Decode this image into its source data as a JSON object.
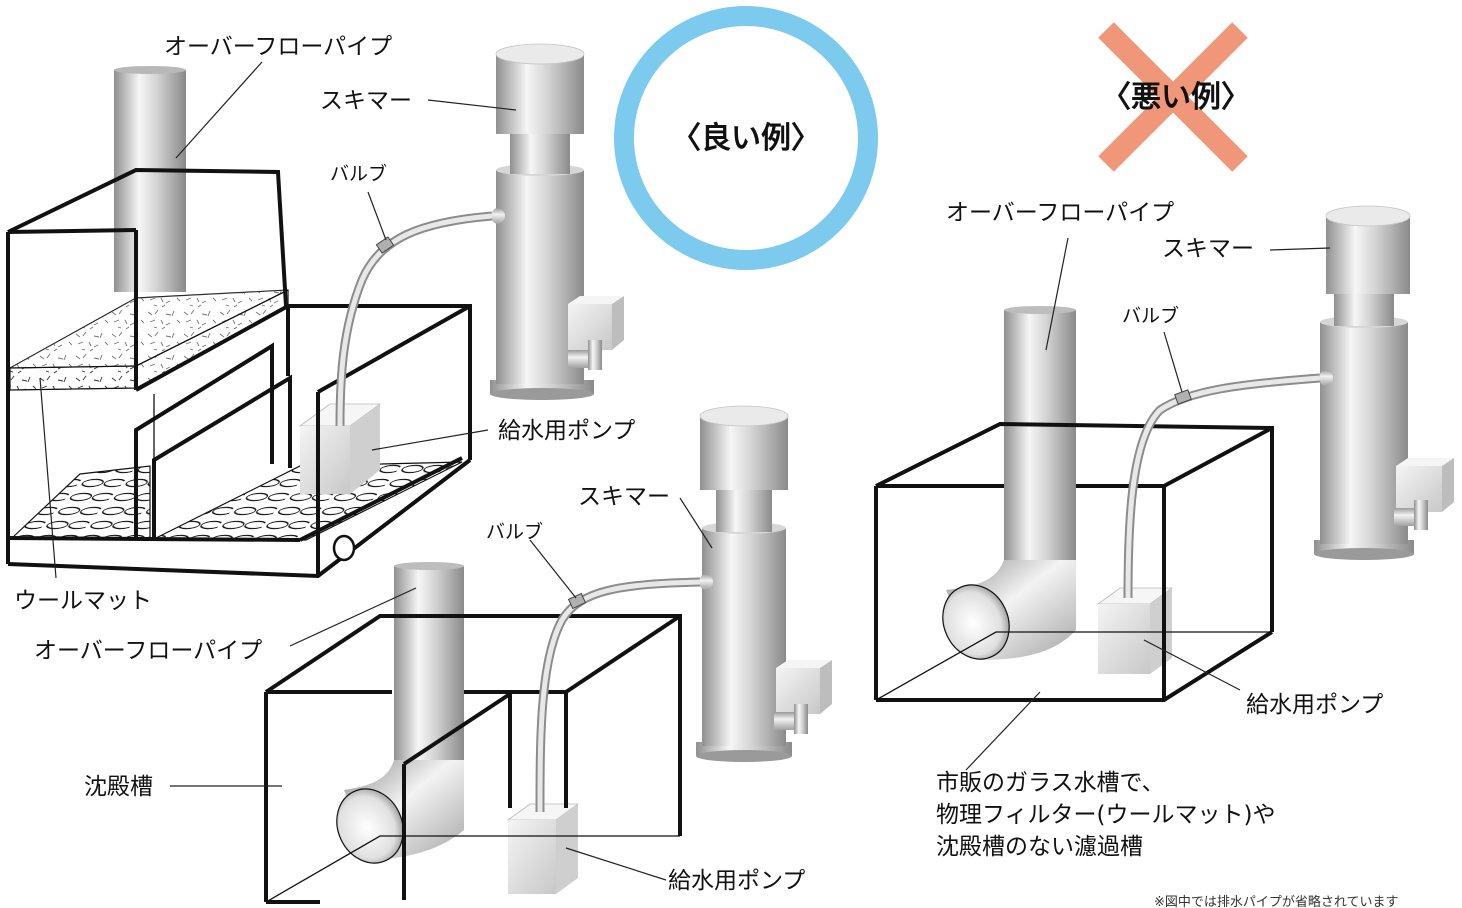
{
  "good": {
    "title": "〈良い例〉",
    "overflow_pipe_top": "オーバーフローパイプ",
    "skimmer_top": "スキマー",
    "valve_top": "バルブ",
    "pump_top": "給水用ポンプ",
    "wool_mat": "ウールマット",
    "overflow_pipe_bottom": "オーバーフローパイプ",
    "skimmer_bottom": "スキマー",
    "valve_bottom": "バルブ",
    "settling_tank": "沈殿槽",
    "pump_bottom": "給水用ポンプ"
  },
  "bad": {
    "title": "〈悪い例〉",
    "overflow_pipe": "オーバーフローパイプ",
    "skimmer": "スキマー",
    "valve": "バルブ",
    "pump": "給水用ポンプ",
    "caption_line1": "市販のガラス水槽で、",
    "caption_line2": "物理フィルター(ウールマット)や",
    "caption_line3": "沈殿槽のない濾過槽"
  },
  "footnote": "※図中では排水パイプが省略されています",
  "colors": {
    "good_ring": "#7ccbee",
    "bad_cross": "#f0977a",
    "metal_light": "#f4f4f4",
    "metal_dark": "#8e8e8e",
    "outline": "#111111"
  }
}
